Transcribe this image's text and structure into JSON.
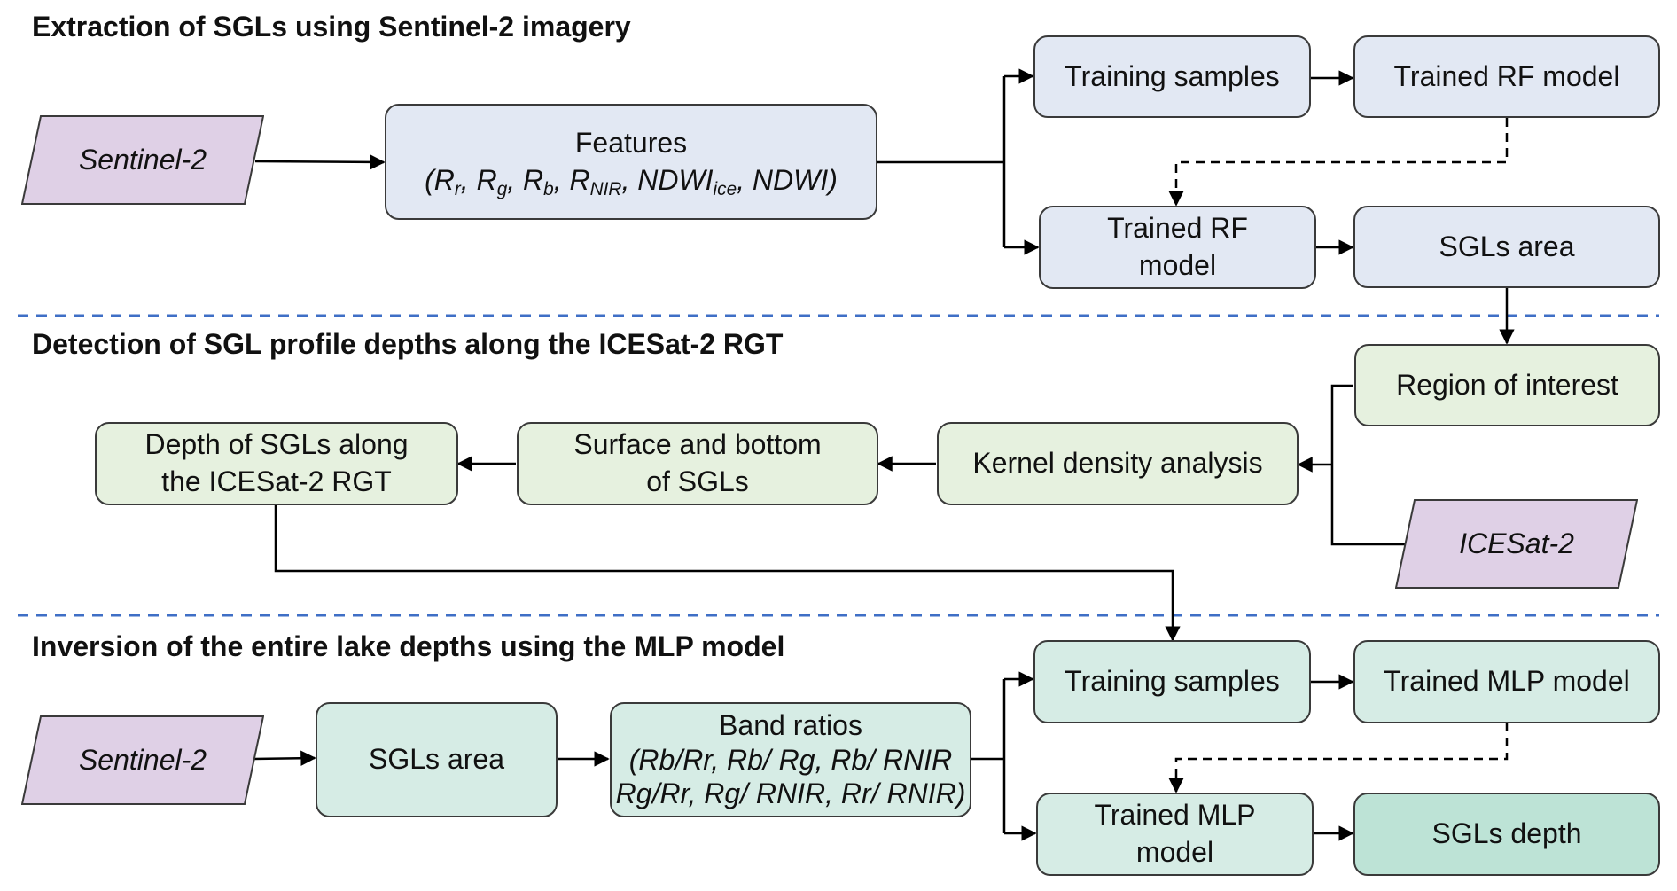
{
  "sections": {
    "s1_title": "Extraction of SGLs using Sentinel-2 imagery",
    "s2_title": "Detection of SGL profile depths along the ICESat-2 RGT",
    "s3_title": "Inversion of the entire lake depths using the MLP model"
  },
  "s1": {
    "input": "Sentinel-2",
    "features_title": "Features",
    "features_vars": [
      "R",
      "r",
      "R",
      "g",
      "R",
      "b",
      "R",
      "NIR",
      "NDWI",
      "ice",
      "NDWI"
    ],
    "training_samples": "Training samples",
    "trained_rf_model": "Trained RF model",
    "trained_rf_model_line1": "Trained RF",
    "trained_rf_model_line2": "model",
    "sgls_area": "SGLs area"
  },
  "s2": {
    "region_of_interest": "Region of interest",
    "kernel_density": "Kernel density analysis",
    "surface_bottom_line1": "Surface and bottom",
    "surface_bottom_line2": "of SGLs",
    "depth_line1": "Depth of SGLs along",
    "depth_line2": "the ICESat-2 RGT",
    "icesat": "ICESat-2"
  },
  "s3": {
    "input": "Sentinel-2",
    "sgls_area": "SGLs area",
    "band_ratios_title": "Band ratios",
    "ratios_line1": "(Rb/Rr, Rb/ Rg, Rb/ RNIR",
    "ratios_line2": "Rg/Rr, Rg/ RNIR, Rr/ RNIR)",
    "training_samples": "Training samples",
    "trained_mlp_model": "Trained MLP model",
    "trained_mlp_line1": "Trained MLP",
    "trained_mlp_line2": "model",
    "sgls_depth": "SGLs depth"
  },
  "colors": {
    "section1_box": "#e2e8f3",
    "section2_box": "#e6f1df",
    "section3_box": "#d6ece5",
    "output_box": "#bde3d6",
    "input_parallelogram": "#dfd0e6",
    "divider": "#3f6fc6"
  }
}
